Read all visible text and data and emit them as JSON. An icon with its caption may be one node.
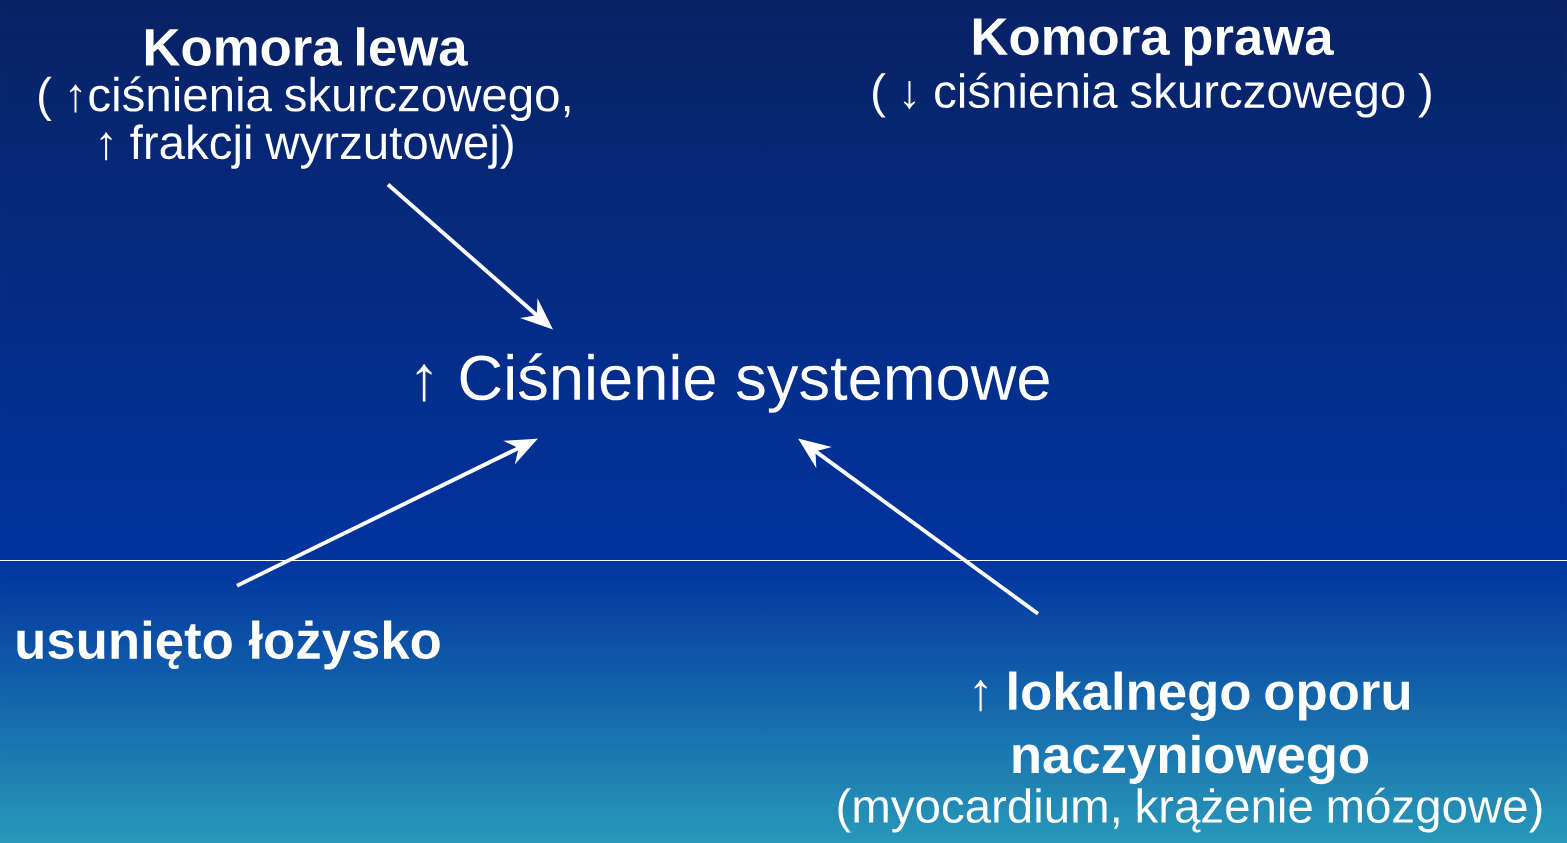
{
  "diagram": {
    "nodes": [
      {
        "text": [
          "Komora lewa",
          "( ↑ciśnienia skurczowego, ↑ frakcji wyrzutowej)"
        ]
      },
      {
        "text": [
          "Komora prawa",
          "( ↓ ciśnienia skurczowego )"
        ]
      },
      {
        "text": [
          "↑ Ciśnienie systemowe"
        ]
      },
      {
        "text": [
          "usunięto łożysko"
        ]
      },
      {
        "text": [
          "↑ lokalnego oporu naczyniowego",
          "(myocardium, krążenie mózgowe)"
        ]
      }
    ],
    "edges": [
      {
        "from": 0,
        "to": 2,
        "arrow": "to"
      },
      {
        "from": 3,
        "to": 2,
        "arrow": "to"
      },
      {
        "from": 4,
        "to": 2,
        "arrow": "to"
      }
    ]
  }
}
